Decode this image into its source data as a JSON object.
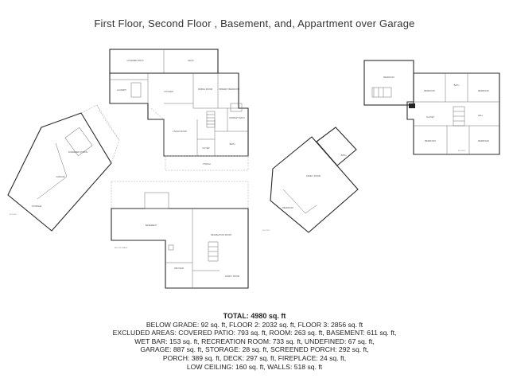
{
  "title": "First Floor,  Second Floor , Basement, and, Appartment over Garage",
  "rooms": {
    "covered_patio": "COVERED PATIO",
    "deck": "DECK",
    "kitchen": "KITCHEN",
    "living_room": "LIVING ROOM",
    "dining_room": "DINING ROOM",
    "primary_bedroom": "PRIMARY BEDROOM",
    "primary_bath": "PRIMARY BATH",
    "bath": "BATH",
    "foyer": "FOYER",
    "porch": "PORCH",
    "screened_porch": "SCREENED PORCH",
    "garage": "GARAGE",
    "storage": "STORAGE",
    "laundry": "LAUNDRY",
    "family_room": "FAMILY ROOM",
    "basement": "BASEMENT",
    "recreation_room": "RECREATION ROOM",
    "wet_bar": "WET BAR",
    "bedroom": "BEDROOM",
    "closet": "CLOSET",
    "hall": "HALL"
  },
  "floor_tags": {
    "floor1": "FLOOR 1",
    "floor2": "FLOOR 2",
    "floor3": "FLOOR 3",
    "basement": "BELOW GRADE"
  },
  "summary": {
    "total": "TOTAL: 4980 sq. ft",
    "lines": [
      "BELOW GRADE: 92 sq. ft, FLOOR 2: 2032 sq. ft, FLOOR 3: 2856 sq. ft",
      "EXCLUDED AREAS: COVERED PATIO: 793 sq. ft, ROOM: 263 sq. ft, BASEMENT: 611 sq. ft,",
      "WET BAR: 153 sq. ft, RECREATION ROOM: 733 sq. ft, UNDEFINED: 67 sq. ft,",
      "GARAGE: 887 sq. ft, STORAGE: 28 sq. ft, SCREENED PORCH: 292 sq. ft,",
      "PORCH: 389 sq. ft, DECK: 297 sq. ft, FIREPLACE: 24 sq. ft,",
      "LOW CEILING: 160 sq. ft, WALLS: 518 sq. ft"
    ]
  }
}
